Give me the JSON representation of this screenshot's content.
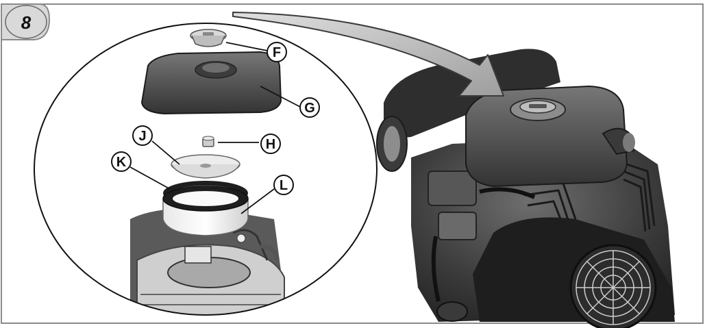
{
  "figure": {
    "step_number": "8",
    "callouts": [
      {
        "id": "F",
        "label": "F"
      },
      {
        "id": "G",
        "label": "G"
      },
      {
        "id": "H",
        "label": "H"
      },
      {
        "id": "J",
        "label": "J"
      },
      {
        "id": "K",
        "label": "K"
      },
      {
        "id": "L",
        "label": "L"
      }
    ]
  },
  "colors": {
    "frame": "#8a8a8a",
    "badge_fill": "#d9d9d9",
    "arrow_fill": "#bdbdbd",
    "part_dark": "#2b2b2b",
    "part_mid": "#5a5a5a",
    "part_light": "#c8c8c8"
  }
}
